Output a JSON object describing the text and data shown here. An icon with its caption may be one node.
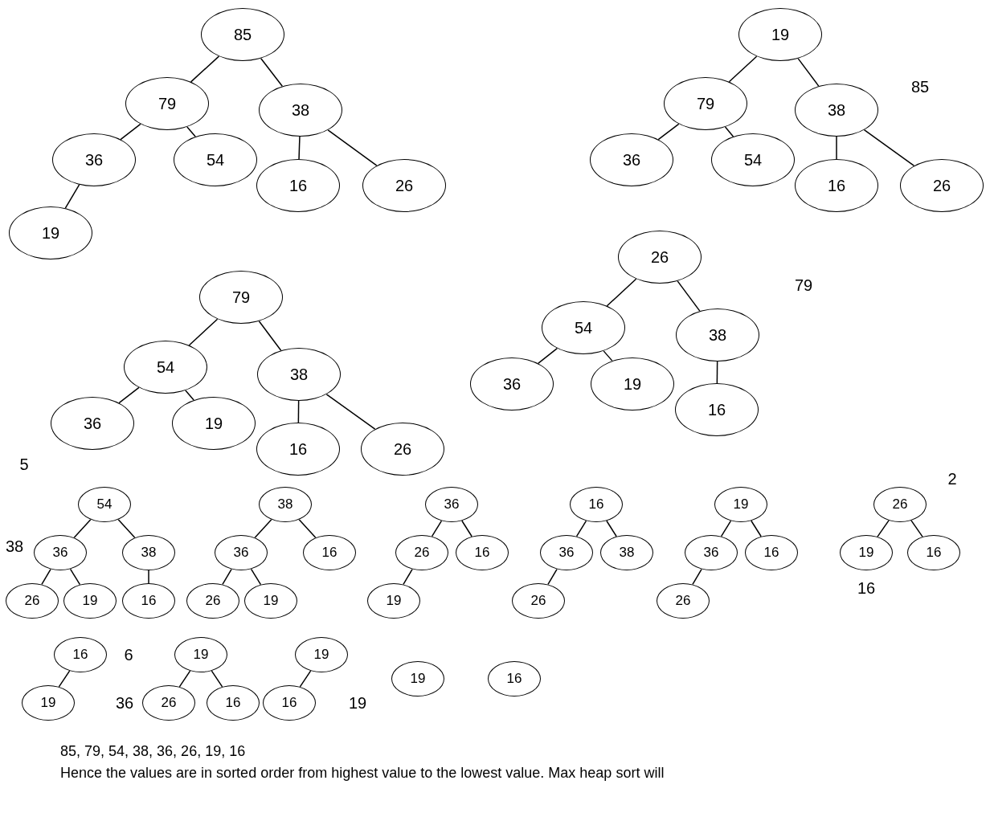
{
  "diagram": {
    "nodes": [
      {
        "text": [
          "85"
        ]
      },
      {
        "text": [
          "79"
        ]
      },
      {
        "text": [
          "38"
        ]
      },
      {
        "text": [
          "36"
        ]
      },
      {
        "text": [
          "54"
        ]
      },
      {
        "text": [
          "16"
        ]
      },
      {
        "text": [
          "26"
        ]
      },
      {
        "text": [
          "19"
        ]
      },
      {
        "text": [
          "19"
        ]
      },
      {
        "text": [
          "79"
        ]
      },
      {
        "text": [
          "38"
        ]
      },
      {
        "text": [
          "36"
        ]
      },
      {
        "text": [
          "54"
        ]
      },
      {
        "text": [
          "16"
        ]
      },
      {
        "text": [
          "26"
        ]
      },
      {
        "text": [
          "26"
        ]
      },
      {
        "text": [
          "54"
        ]
      },
      {
        "text": [
          "38"
        ]
      },
      {
        "text": [
          "36"
        ]
      },
      {
        "text": [
          "19"
        ]
      },
      {
        "text": [
          "16"
        ]
      },
      {
        "text": [
          "79"
        ]
      },
      {
        "text": [
          "54"
        ]
      },
      {
        "text": [
          "38"
        ]
      },
      {
        "text": [
          "36"
        ]
      },
      {
        "text": [
          "19"
        ]
      },
      {
        "text": [
          "16"
        ]
      },
      {
        "text": [
          "26"
        ]
      },
      {
        "text": [
          "54"
        ]
      },
      {
        "text": [
          "36"
        ]
      },
      {
        "text": [
          "38"
        ]
      },
      {
        "text": [
          "26"
        ]
      },
      {
        "text": [
          "19"
        ]
      },
      {
        "text": [
          "16"
        ]
      },
      {
        "text": [
          "38"
        ]
      },
      {
        "text": [
          "36"
        ]
      },
      {
        "text": [
          "16"
        ]
      },
      {
        "text": [
          "26"
        ]
      },
      {
        "text": [
          "19"
        ]
      },
      {
        "text": [
          "36"
        ]
      },
      {
        "text": [
          "26"
        ]
      },
      {
        "text": [
          "16"
        ]
      },
      {
        "text": [
          "19"
        ]
      },
      {
        "text": [
          "16"
        ]
      },
      {
        "text": [
          "36"
        ]
      },
      {
        "text": [
          "38"
        ]
      },
      {
        "text": [
          "26"
        ]
      },
      {
        "text": [
          "19"
        ]
      },
      {
        "text": [
          "36"
        ]
      },
      {
        "text": [
          "16"
        ]
      },
      {
        "text": [
          "26"
        ]
      },
      {
        "text": [
          "26"
        ]
      },
      {
        "text": [
          "19"
        ]
      },
      {
        "text": [
          "16"
        ]
      },
      {
        "text": [
          "16"
        ]
      },
      {
        "text": [
          "19"
        ]
      },
      {
        "text": [
          "19"
        ]
      },
      {
        "text": [
          "26"
        ]
      },
      {
        "text": [
          "16"
        ]
      },
      {
        "text": [
          "19"
        ]
      },
      {
        "text": [
          "16"
        ]
      },
      {
        "text": [
          "19"
        ]
      },
      {
        "text": [
          "16"
        ]
      }
    ],
    "edges": [
      {
        "from": 0,
        "to": 1,
        "arrow": "none"
      },
      {
        "from": 0,
        "to": 2,
        "arrow": "none"
      },
      {
        "from": 1,
        "to": 3,
        "arrow": "none"
      },
      {
        "from": 1,
        "to": 4,
        "arrow": "none"
      },
      {
        "from": 2,
        "to": 5,
        "arrow": "none"
      },
      {
        "from": 2,
        "to": 6,
        "arrow": "none"
      },
      {
        "from": 3,
        "to": 7,
        "arrow": "none"
      },
      {
        "from": 8,
        "to": 9,
        "arrow": "none"
      },
      {
        "from": 8,
        "to": 10,
        "arrow": "none"
      },
      {
        "from": 9,
        "to": 11,
        "arrow": "none"
      },
      {
        "from": 9,
        "to": 12,
        "arrow": "none"
      },
      {
        "from": 10,
        "to": 13,
        "arrow": "none"
      },
      {
        "from": 10,
        "to": 14,
        "arrow": "none"
      },
      {
        "from": 15,
        "to": 16,
        "arrow": "none"
      },
      {
        "from": 15,
        "to": 17,
        "arrow": "none"
      },
      {
        "from": 16,
        "to": 18,
        "arrow": "none"
      },
      {
        "from": 16,
        "to": 19,
        "arrow": "none"
      },
      {
        "from": 17,
        "to": 20,
        "arrow": "none"
      },
      {
        "from": 21,
        "to": 22,
        "arrow": "none"
      },
      {
        "from": 21,
        "to": 23,
        "arrow": "none"
      },
      {
        "from": 22,
        "to": 24,
        "arrow": "none"
      },
      {
        "from": 22,
        "to": 25,
        "arrow": "none"
      },
      {
        "from": 23,
        "to": 26,
        "arrow": "none"
      },
      {
        "from": 23,
        "to": 27,
        "arrow": "none"
      },
      {
        "from": 28,
        "to": 29,
        "arrow": "none"
      },
      {
        "from": 28,
        "to": 30,
        "arrow": "none"
      },
      {
        "from": 29,
        "to": 31,
        "arrow": "none"
      },
      {
        "from": 29,
        "to": 32,
        "arrow": "none"
      },
      {
        "from": 30,
        "to": 33,
        "arrow": "none"
      },
      {
        "from": 34,
        "to": 35,
        "arrow": "none"
      },
      {
        "from": 34,
        "to": 36,
        "arrow": "none"
      },
      {
        "from": 35,
        "to": 37,
        "arrow": "none"
      },
      {
        "from": 35,
        "to": 38,
        "arrow": "none"
      },
      {
        "from": 39,
        "to": 40,
        "arrow": "none"
      },
      {
        "from": 39,
        "to": 41,
        "arrow": "none"
      },
      {
        "from": 40,
        "to": 42,
        "arrow": "none"
      },
      {
        "from": 43,
        "to": 44,
        "arrow": "none"
      },
      {
        "from": 43,
        "to": 45,
        "arrow": "none"
      },
      {
        "from": 44,
        "to": 46,
        "arrow": "none"
      },
      {
        "from": 47,
        "to": 48,
        "arrow": "none"
      },
      {
        "from": 47,
        "to": 49,
        "arrow": "none"
      },
      {
        "from": 48,
        "to": 50,
        "arrow": "none"
      },
      {
        "from": 51,
        "to": 52,
        "arrow": "none"
      },
      {
        "from": 51,
        "to": 53,
        "arrow": "none"
      },
      {
        "from": 54,
        "to": 55,
        "arrow": "none"
      },
      {
        "from": 56,
        "to": 57,
        "arrow": "none"
      },
      {
        "from": 56,
        "to": 58,
        "arrow": "none"
      },
      {
        "from": 59,
        "to": 60,
        "arrow": "none"
      }
    ],
    "labels": [
      "85",
      "79",
      "5",
      "38",
      "6",
      "36",
      "19",
      "2",
      "16",
      "85, 79, 54, 38, 36, 26, 19, 16",
      "Hence the values are in sorted order from highest value to the lowest value. Max heap sort will"
    ]
  }
}
